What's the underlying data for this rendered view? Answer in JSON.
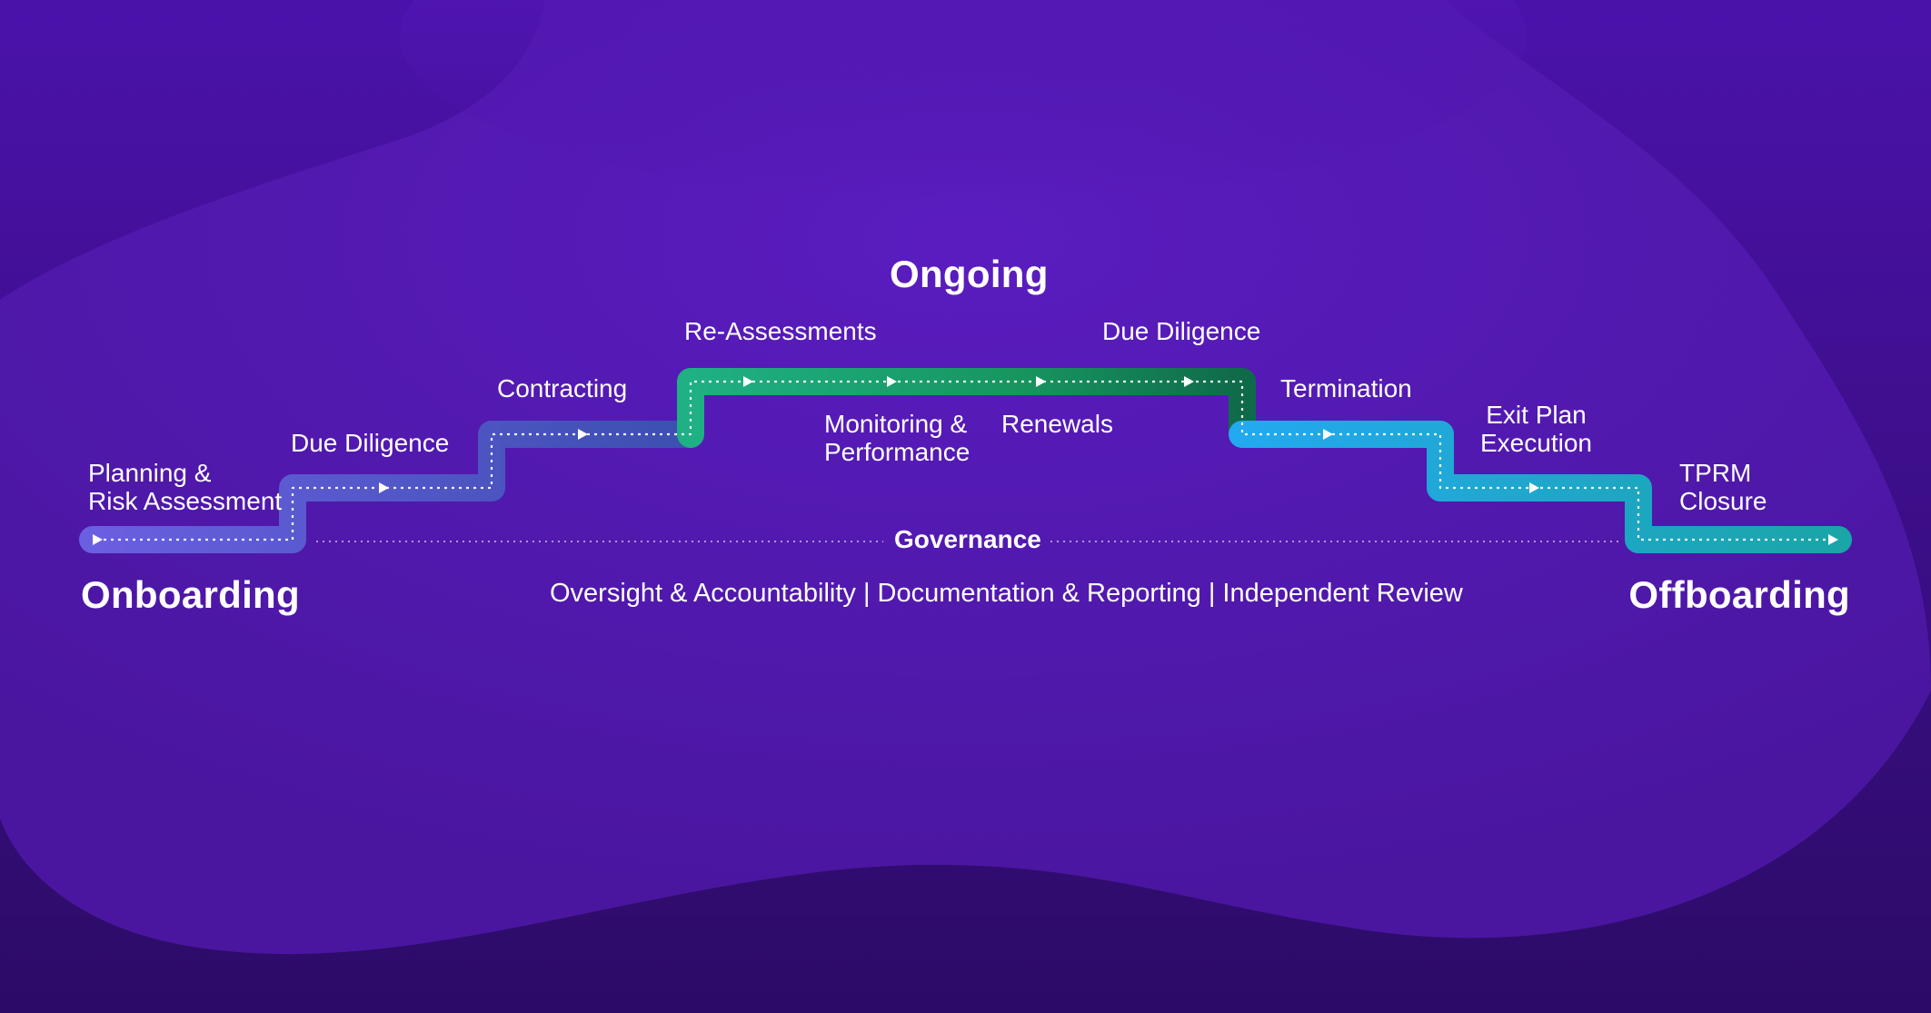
{
  "phases": {
    "onboarding": "Onboarding",
    "ongoing": "Ongoing",
    "offboarding": "Offboarding"
  },
  "steps": {
    "planning": [
      "Planning &",
      "Risk Assessment"
    ],
    "due_diligence_onboarding": "Due Diligence",
    "contracting": "Contracting",
    "reassessments": "Re-Assessments",
    "monitoring": [
      "Monitoring &",
      "Performance"
    ],
    "renewals": "Renewals",
    "due_diligence_ongoing": "Due Diligence",
    "termination": "Termination",
    "exit_plan": [
      "Exit Plan",
      "Execution"
    ],
    "tprm_closure": [
      "TPRM",
      "Closure"
    ]
  },
  "governance": {
    "title": "Governance",
    "items": "Oversight & Accountability | Documentation & Reporting | Independent Review"
  },
  "colors": {
    "background_top": "#4d15b0",
    "background_bottom": "#2e0c6a",
    "onboarding_path": "#5b55d6",
    "ongoing_path": "#1aa37a",
    "offboarding_path": "#1fa8e6",
    "label_text": "#ffffff"
  }
}
